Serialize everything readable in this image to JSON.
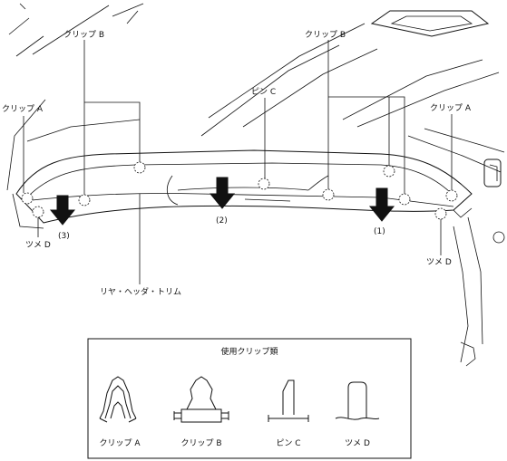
{
  "labels": {
    "clip_a_left": "クリップ A",
    "clip_b_left": "クリップ B",
    "clip_b_right": "クリップ B",
    "pin_c": "ピン C",
    "clip_a_right": "クリップ A",
    "tsume_d_left": "ツメ D",
    "tsume_d_right": "ツメ D",
    "step_1": "(1)",
    "step_2": "(2)",
    "step_3": "(3)",
    "part_name": "リヤ・ヘッダ・トリム"
  },
  "legend": {
    "title": "使用クリップ類",
    "items": [
      {
        "label": "クリップ A"
      },
      {
        "label": "クリップ B"
      },
      {
        "label": "ピン C"
      },
      {
        "label": "ツメ D"
      }
    ]
  }
}
